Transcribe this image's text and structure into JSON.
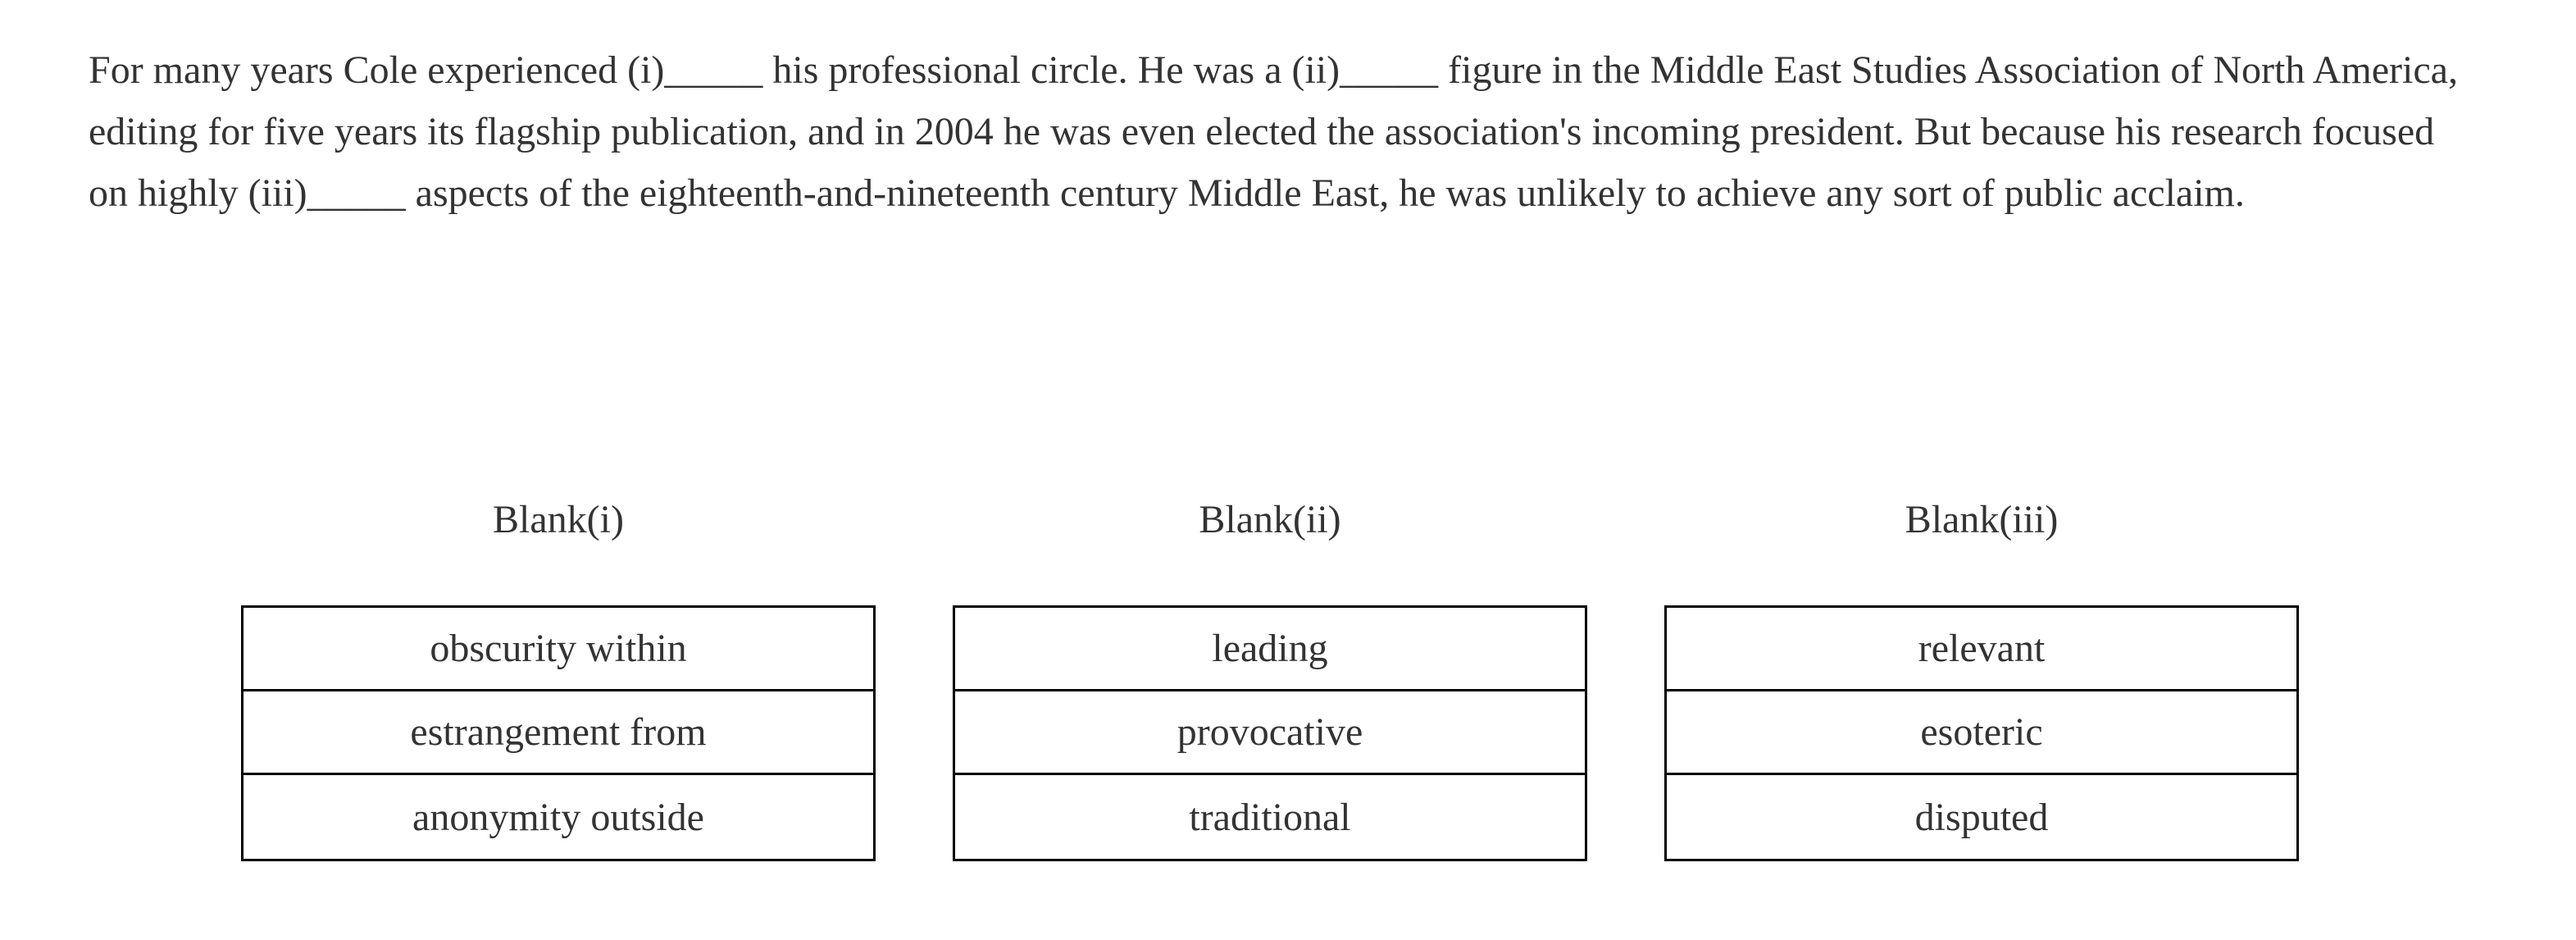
{
  "passage": {
    "text": "For many years Cole experienced (i)_____ his professional circle. He was a (ii)_____ figure in the Middle East Studies Association of North America, editing for five years its flagship publication, and in 2004 he was even elected the association's incoming president. But because his research focused on highly (iii)_____ aspects of the eighteenth-and-nineteenth century Middle East, he was unlikely to achieve any sort of public acclaim."
  },
  "blanks": [
    {
      "header": "Blank(i)",
      "options": [
        "obscurity within",
        "estrangement from",
        "anonymity outside"
      ]
    },
    {
      "header": "Blank(ii)",
      "options": [
        "leading",
        "provocative",
        "traditional"
      ]
    },
    {
      "header": "Blank(iii)",
      "options": [
        "relevant",
        "esoteric",
        "disputed"
      ]
    }
  ],
  "colors": {
    "text": "#333333",
    "border": "#000000",
    "background": "#ffffff"
  }
}
